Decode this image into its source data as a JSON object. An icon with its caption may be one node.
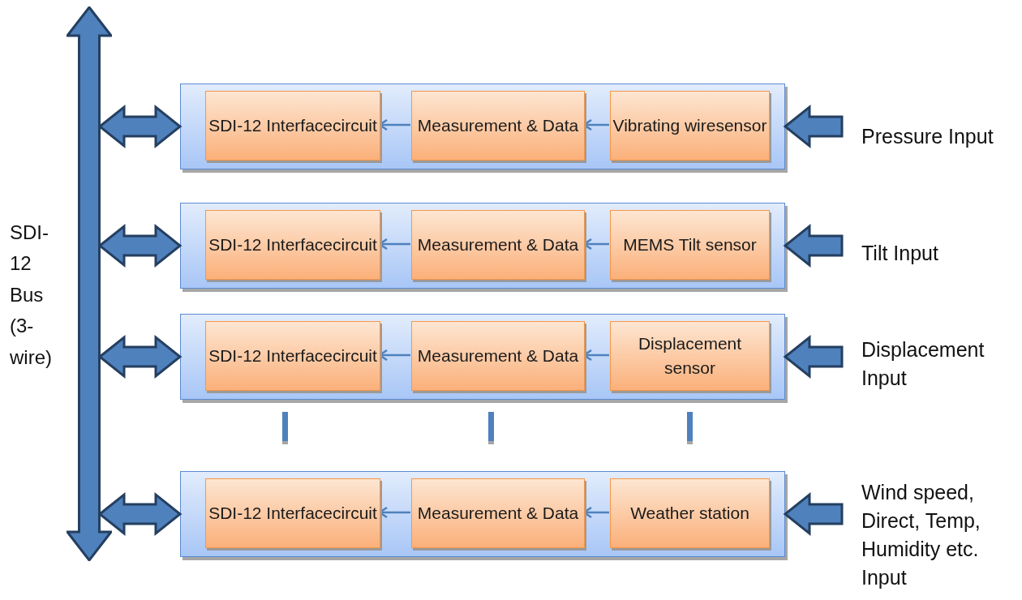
{
  "diagram": {
    "nodes": [
      {
        "text": [],
        "shape": "bar",
        "beside": [
          "SDI-12 Bus (3-wire)"
        ]
      },
      {
        "text": [],
        "shape": "box"
      },
      {
        "text": [
          "SDI-12 Interfacecircuit"
        ],
        "in": 1
      },
      {
        "text": [
          "Measurement & Data"
        ],
        "in": 1
      },
      {
        "text": [
          "Vibrating wiresensor"
        ],
        "in": 1
      },
      {
        "text": [
          "Pressure Input"
        ]
      },
      {
        "text": [],
        "shape": "box"
      },
      {
        "text": [
          "SDI-12 Interfacecircuit"
        ],
        "in": 6
      },
      {
        "text": [
          "Measurement & Data"
        ],
        "in": 6
      },
      {
        "text": [
          "MEMS Tilt sensor"
        ],
        "in": 6
      },
      {
        "text": [
          "Tilt Input"
        ]
      },
      {
        "text": [],
        "shape": "box"
      },
      {
        "text": [
          "SDI-12 Interfacecircuit"
        ],
        "in": 11
      },
      {
        "text": [
          "Measurement & Data"
        ],
        "in": 11
      },
      {
        "text": [
          "Displacement sensor"
        ],
        "in": 11
      },
      {
        "text": [
          "Displacement Input"
        ]
      },
      {
        "text": [],
        "shape": "box"
      },
      {
        "text": [
          "SDI-12 Interfacecircuit"
        ],
        "in": 16
      },
      {
        "text": [
          "Measurement & Data"
        ],
        "in": 16
      },
      {
        "text": [
          "Weather station"
        ],
        "in": 16
      },
      {
        "text": [
          "Wind speed, Direct, Temp, Humidity etc. Input"
        ]
      }
    ],
    "edges": [
      {
        "from": 0,
        "to": 1,
        "arrow": "both",
        "style": "thick"
      },
      {
        "from": 4,
        "to": 3,
        "arrow": "to"
      },
      {
        "from": 3,
        "to": 2,
        "arrow": "to"
      },
      {
        "from": 5,
        "to": 1,
        "arrow": "to",
        "style": "thick"
      },
      {
        "from": 0,
        "to": 6,
        "arrow": "both",
        "style": "thick"
      },
      {
        "from": 9,
        "to": 8,
        "arrow": "to"
      },
      {
        "from": 8,
        "to": 7,
        "arrow": "to"
      },
      {
        "from": 10,
        "to": 6,
        "arrow": "to",
        "style": "thick"
      },
      {
        "from": 0,
        "to": 11,
        "arrow": "both",
        "style": "thick"
      },
      {
        "from": 14,
        "to": 13,
        "arrow": "to"
      },
      {
        "from": 13,
        "to": 12,
        "arrow": "to"
      },
      {
        "from": 15,
        "to": 11,
        "arrow": "to",
        "style": "thick"
      },
      {
        "from": 0,
        "to": 16,
        "arrow": "both",
        "style": "thick"
      },
      {
        "from": 19,
        "to": 18,
        "arrow": "to"
      },
      {
        "from": 18,
        "to": 17,
        "arrow": "to"
      },
      {
        "from": 20,
        "to": 16,
        "arrow": "to",
        "style": "thick"
      }
    ]
  }
}
